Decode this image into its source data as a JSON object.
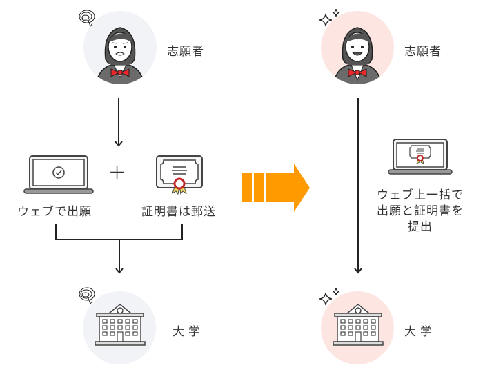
{
  "before": {
    "applicant": {
      "label": "志願者",
      "mood": "worried",
      "circle_color": "#f2f3f7"
    },
    "web_apply": {
      "label": "ウェブで出願",
      "icon": "laptop-check-icon"
    },
    "plus": "+",
    "certificate_mail": {
      "label": "証明書は郵送",
      "icon": "certificate-icon"
    },
    "university": {
      "label": "大学",
      "mood": "worried",
      "circle_color": "#f2f3f7"
    }
  },
  "transition_arrow": {
    "icon": "right-arrow-icon",
    "color": "#ff9a00"
  },
  "after": {
    "applicant": {
      "label": "志願者",
      "mood": "happy",
      "circle_color": "#fde5e2"
    },
    "web_submit": {
      "lines": [
        "ウェブ上一括で",
        "出願と証明書を",
        "提出"
      ],
      "icon": "laptop-certificate-icon"
    },
    "university": {
      "label": "大学",
      "mood": "happy",
      "circle_color": "#fde5e2"
    }
  },
  "colors": {
    "ink": "#333333",
    "bow": "#e8282a",
    "ribbon": "#f0d860",
    "seal": "#c0282a"
  }
}
